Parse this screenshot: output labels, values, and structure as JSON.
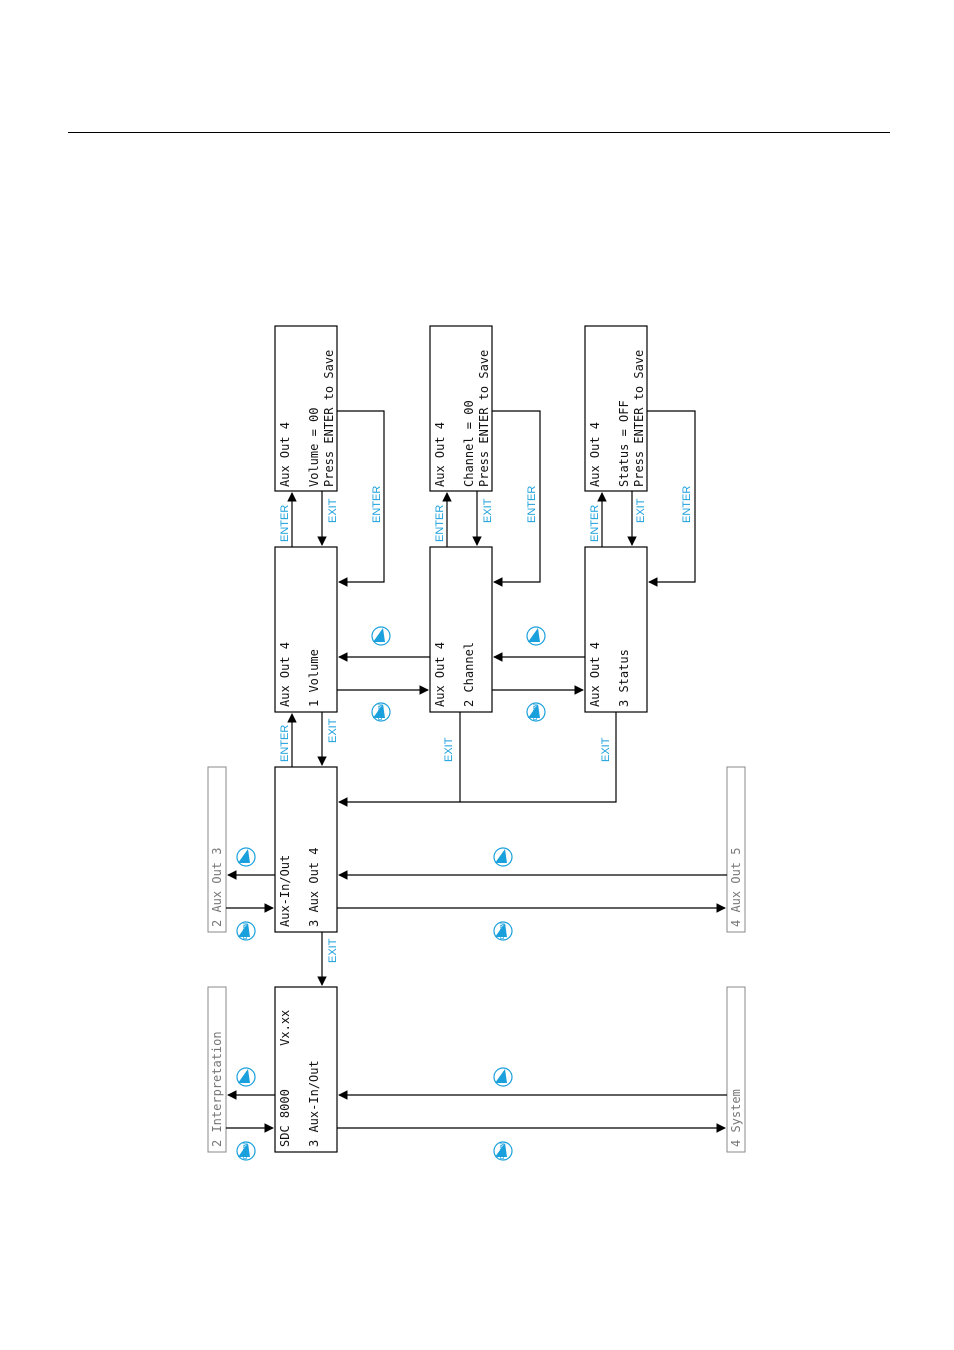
{
  "menu": {
    "sdc": {
      "line1": "SDC 8000      Vx.xx",
      "line2": "3 Aux-In/Out"
    },
    "auxinout": {
      "line1": "Aux-In/Out",
      "line2": "3 Aux Out 4"
    },
    "volume": {
      "line1": "Aux Out 4",
      "line2": "1 Volume"
    },
    "channel": {
      "line1": "Aux Out 4",
      "line2": "2 Channel"
    },
    "status": {
      "line1": "Aux Out 4",
      "line2": "3 Status"
    },
    "volume_edit": {
      "line1": "Aux Out 4",
      "line2": "Volume = 00",
      "line3": "Press ENTER to Save"
    },
    "channel_edit": {
      "line1": "Aux Out 4",
      "line2": "Channel = 00",
      "line3": "Press ENTER to Save"
    },
    "status_edit": {
      "line1": "Aux Out 4",
      "line2": "Status = OFF",
      "line3": "Press ENTER to Save"
    },
    "prev_interpretation": "2 Interpretation",
    "next_system": "4 System",
    "prev_auxout3": "2 Aux Out 3",
    "next_auxout5": "4 Aux Out 5"
  },
  "labels": {
    "enter": "ENTER",
    "exit": "EXIT",
    "up": "UP",
    "down": "DOWN"
  },
  "colors": {
    "nav": "#1aa0dc",
    "line": "#000000"
  }
}
